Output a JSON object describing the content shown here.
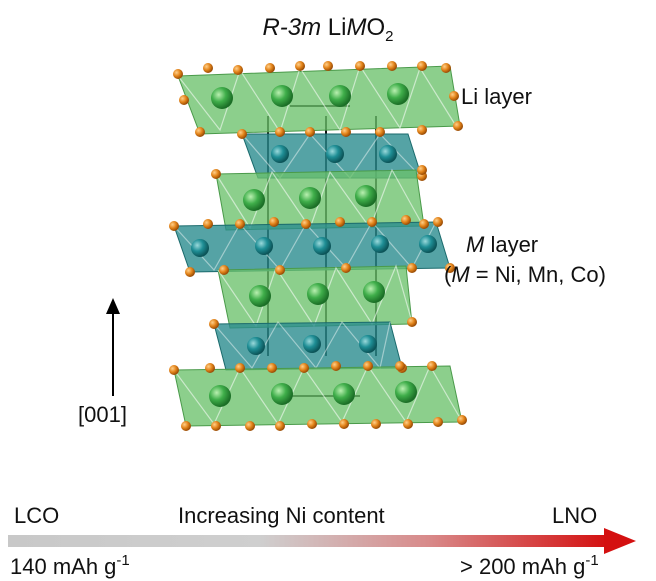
{
  "title": {
    "prefix": "R-3m",
    "space": " Li",
    "metal": "M",
    "oxide": "O",
    "sub": "2"
  },
  "labels": {
    "li_layer": "Li layer",
    "m_layer_symbol": "M",
    "m_layer_text": " layer",
    "m_def_open": "(",
    "m_def_symbol": "M",
    "m_def_rest": " = Ni, Mn, Co)",
    "direction": "[001]"
  },
  "scale": {
    "left": "LCO",
    "middle": "Increasing Ni content",
    "right": "LNO",
    "low_capacity_value": "140 mAh g",
    "low_capacity_exp": "-1",
    "high_capacity_value": "> 200 mAh g",
    "high_capacity_exp": "-1"
  },
  "colors": {
    "li_octahedra": "#6cc16c",
    "m_octahedra": "#2a8c8e",
    "oxygen": "#e08a1e",
    "gradient_start": "#c8c8c8",
    "gradient_end": "#d41010"
  }
}
